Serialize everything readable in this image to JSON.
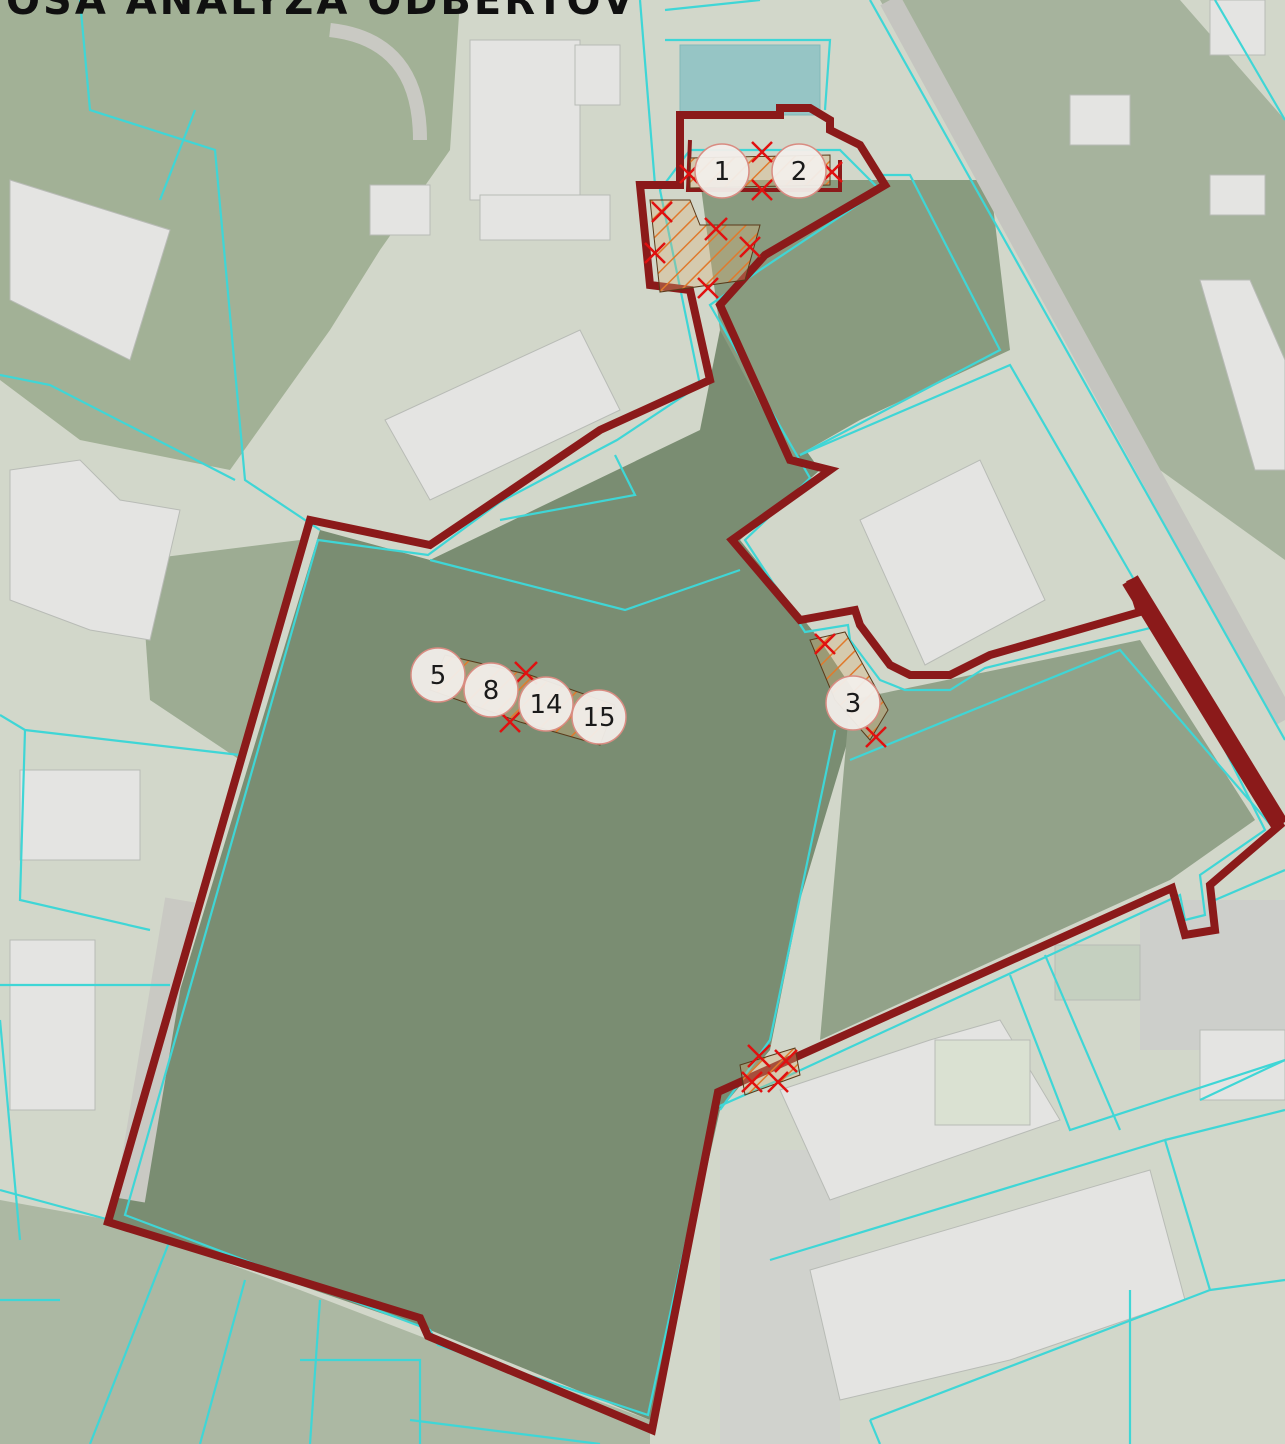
{
  "map": {
    "title": "OSA ANALÝZA ODBERTOV",
    "colors": {
      "boundary": "#8b1a1a",
      "parcel_lines": "#3fd6d6",
      "cut_mark": "#e01010",
      "hatch": "#e07a2c",
      "marker_fill": "#f2eeea",
      "marker_stroke": "#d98c82"
    },
    "tree_markers": [
      {
        "label": "1"
      },
      {
        "label": "2"
      },
      {
        "label": "3"
      },
      {
        "label": "5"
      },
      {
        "label": "8"
      },
      {
        "label": "14"
      },
      {
        "label": "15"
      }
    ]
  }
}
